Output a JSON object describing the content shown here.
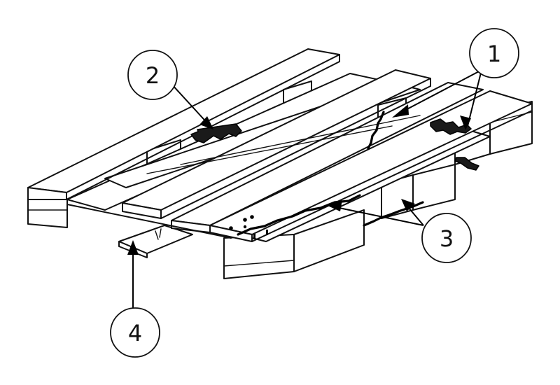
{
  "callouts": [
    {
      "number": "1"
    },
    {
      "number": "2"
    },
    {
      "number": "3"
    },
    {
      "number": "4"
    }
  ],
  "colors": {
    "line": "#111111",
    "damage": "#1a1a1a",
    "background": "#ffffff"
  }
}
